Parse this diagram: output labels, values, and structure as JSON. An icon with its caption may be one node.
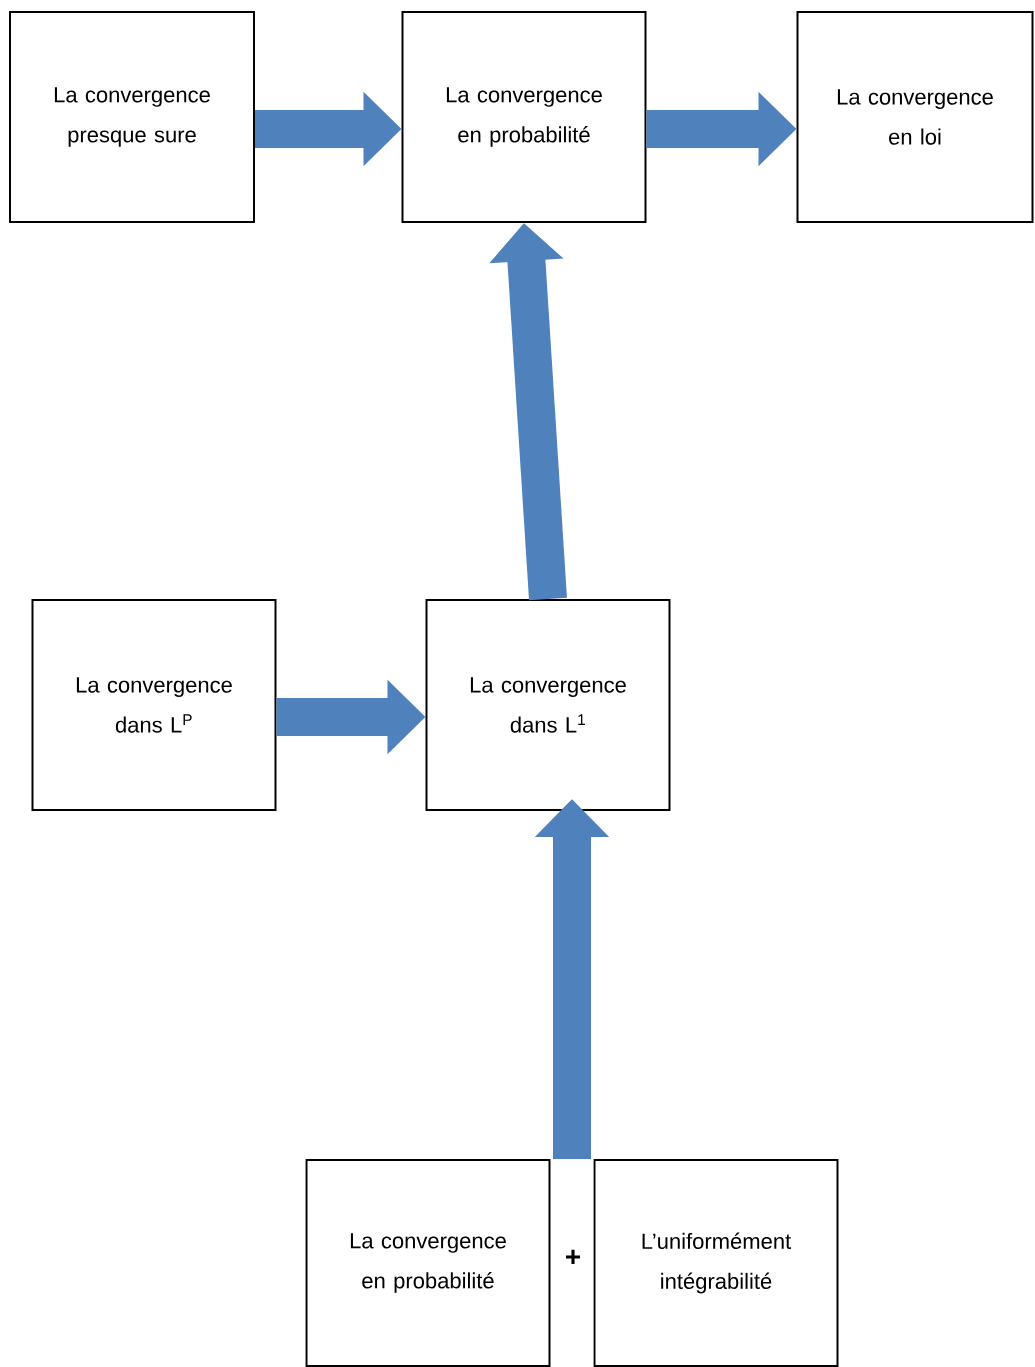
{
  "diagram": {
    "nodes": [
      {
        "text": [
          "La convergence presque sure"
        ]
      },
      {
        "text": [
          "La convergence en probabilité"
        ]
      },
      {
        "text": [
          "La convergence en loi"
        ]
      },
      {
        "text": [
          "La convergence dans L$^{P}$"
        ]
      },
      {
        "text": [
          "La convergence dans L$^{1}$"
        ]
      },
      {
        "text": [
          "La convergence en probabilité"
        ]
      },
      {
        "text": [
          "L’uniformément intégrabilité"
        ]
      }
    ],
    "edges": [
      {
        "from": 0,
        "to": 1,
        "arrow": "to"
      },
      {
        "from": 1,
        "to": 2,
        "arrow": "to"
      },
      {
        "from": 4,
        "to": 1,
        "arrow": "to"
      },
      {
        "from": 3,
        "to": 4,
        "arrow": "to"
      },
      {
        "from": 5,
        "to": 4,
        "arrow": "to"
      },
      {
        "from": 6,
        "to": 4,
        "arrow": "to"
      }
    ],
    "labels": [
      "+"
    ]
  }
}
